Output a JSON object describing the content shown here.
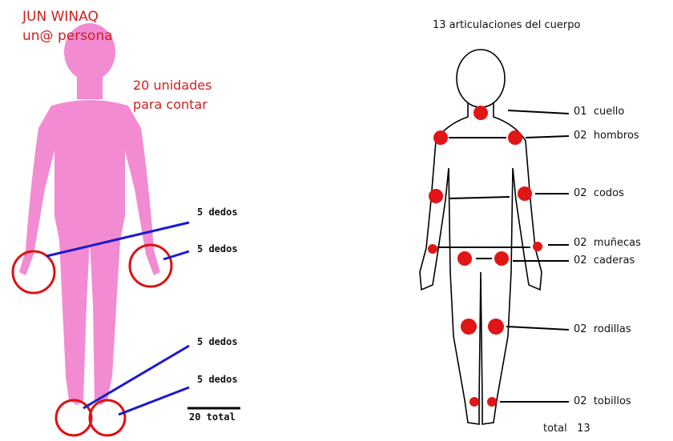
{
  "left": {
    "title_line1": "JUN WINAQ",
    "title_line2": "un@ persona",
    "subtitle_line1": "20 unidades",
    "subtitle_line2": "para contar",
    "finger_labels": [
      "5 dedos",
      "5 dedos",
      "5 dedos",
      "5 dedos"
    ],
    "total_label": "20 total",
    "colors": {
      "body": "#f28bd2",
      "circle": "#dd1111",
      "pointer": "#1a1acc",
      "title": "#cc1f1f"
    }
  },
  "right": {
    "title": "13 articulaciones del cuerpo",
    "joints": [
      {
        "count": "01",
        "name": "cuello"
      },
      {
        "count": "02",
        "name": "hombros"
      },
      {
        "count": "02",
        "name": "codos"
      },
      {
        "count": "02",
        "name": "muñecas"
      },
      {
        "count": "02",
        "name": "caderas"
      },
      {
        "count": "02",
        "name": "rodillas"
      },
      {
        "count": "02",
        "name": "tobillos"
      }
    ],
    "total_word": "total",
    "total_value": "13",
    "colors": {
      "joint": "#e01515",
      "line": "#000000"
    }
  }
}
